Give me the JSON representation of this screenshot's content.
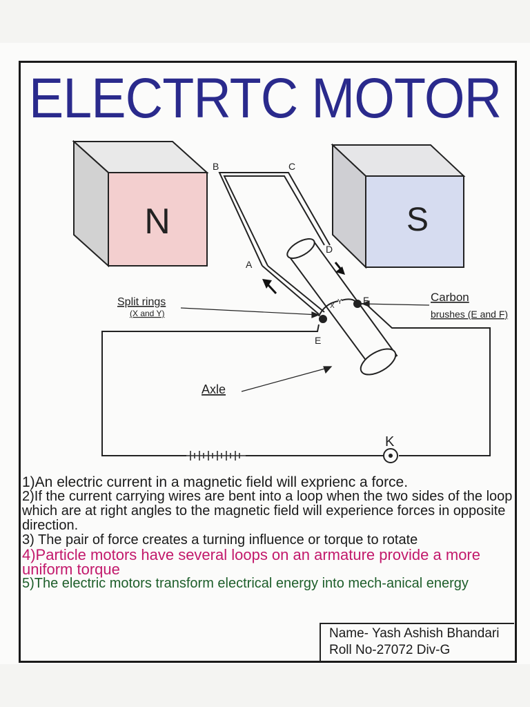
{
  "title": "ELECTRTC MOTOR",
  "diagram": {
    "magnet_north": "N",
    "magnet_south": "S",
    "points": {
      "a": "A",
      "b": "B",
      "c": "C",
      "d": "D",
      "e": "E",
      "f": "F",
      "k": "K"
    },
    "split_rings_label": "Split rings",
    "split_rings_sub": "(X and Y)",
    "ring_x": "X",
    "ring_y": "Y",
    "carbon_label": "Carbon",
    "brushes_label": "brushes (E and F)",
    "axle_label": "Axle",
    "colors": {
      "north": "#f3cfcf",
      "south": "#d6dcf0",
      "title": "#2a2a8c",
      "note4": "#c2186b",
      "note5": "#1d5e2a"
    }
  },
  "notes": [
    "1)An electric current in a magnetic field will exprienc a force.",
    "2)If the current carrying wires are bent into a loop when the two sides of the loop which are at right angles to the magnetic field will experience forces in opposite direction.",
    "3) The pair of force creates a turning influence or torque to rotate",
    "4)Particle motors have several loops on an armature provide a more uniform torque",
    "5)The electric motors transform electrical energy into mech-anical energy"
  ],
  "signature": {
    "name": "Name- Yash Ashish Bhandari",
    "roll": "Roll No-27072 Div-G"
  }
}
